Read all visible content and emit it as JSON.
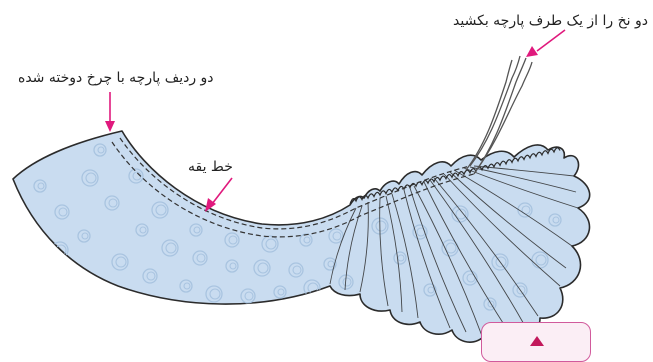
{
  "labels": {
    "pull_threads": "دو نخ را از یک طرف پارچه بکشید",
    "two_rows": "دو ردیف پارچه با چرخ دوخته شده",
    "neckline": "خط یقه"
  },
  "colors": {
    "fabric_fill": "#c9dcf0",
    "fabric_outline": "#2b2b2b",
    "pattern": "#a9c4e0",
    "stitch": "#333333",
    "pointer": "#e0197d",
    "badge_border": "#d15a9c"
  },
  "icons": {
    "badge": "up-arrow-icon"
  }
}
